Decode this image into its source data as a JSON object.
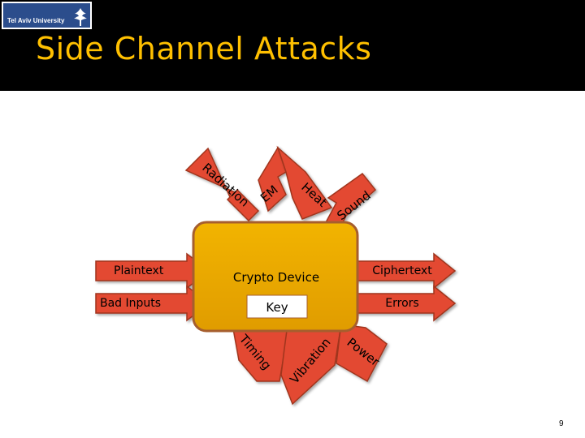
{
  "header": {
    "logo_text": "Tel Aviv University",
    "title": "Side Channel Attacks"
  },
  "diagram": {
    "device_label": "Crypto Device",
    "key_label": "Key",
    "inputs": [
      "Plaintext",
      "Bad Inputs"
    ],
    "outputs": [
      "Ciphertext",
      "Errors"
    ],
    "side_channels_out": [
      "Radiation",
      "EM",
      "Heat",
      "Sound",
      "Power",
      "Vibration",
      "Timing"
    ]
  },
  "colors": {
    "device_fill": "#e8a800",
    "device_stroke": "#a65e2e",
    "arrow_fill": "#e34a33",
    "arrow_stroke": "#a0351f",
    "title": "#ffc000"
  },
  "page_number": "9"
}
